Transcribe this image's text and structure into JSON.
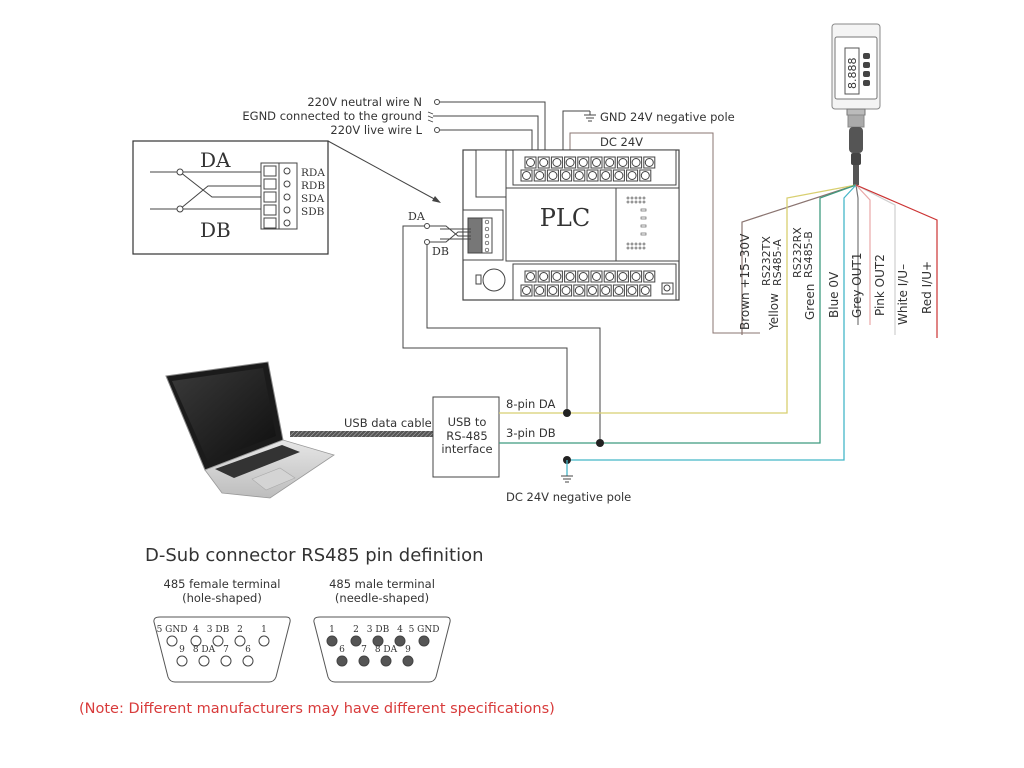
{
  "power_labels": {
    "neutral": "220V neutral wire N",
    "egnd": "EGND connected to the ground",
    "live": "220V live wire L",
    "gnd24": "GND 24V negative pole",
    "dc24": "DC 24V"
  },
  "inset": {
    "da": "DA",
    "db": "DB",
    "pins": [
      "RDA",
      "RDB",
      "SDA",
      "SDB"
    ]
  },
  "plc": {
    "label": "PLC",
    "da": "DA",
    "db": "DB"
  },
  "sensor": {
    "display": "8.888",
    "wires": [
      {
        "color_name": "Brown",
        "function": "+15–30V",
        "color": "#8a7470"
      },
      {
        "color_name": "Yellow",
        "function": "RS232TX RS485-A",
        "color": "#d8cf70"
      },
      {
        "color_name": "Green",
        "function": "RS232RX RS485-B",
        "color": "#3f9b7f"
      },
      {
        "color_name": "Blue",
        "function": "0V",
        "color": "#45b6c8"
      },
      {
        "color_name": "Grey",
        "function": "OUT1",
        "color": "#777777"
      },
      {
        "color_name": "Pink",
        "function": "OUT2",
        "color": "#e8a8a8"
      },
      {
        "color_name": "White",
        "function": "I/U-",
        "color": "#cfcfcf"
      },
      {
        "color_name": "Red",
        "function": "I/U+",
        "color": "#cc3333"
      }
    ],
    "wire_texts": {
      "brown": "Brown  +15–30V",
      "yellow": "Yellow",
      "yellow_f1": "RS232TX",
      "yellow_f2": "RS485-A",
      "green": "Green",
      "green_f1": "RS232RX",
      "green_f2": "RS485-B",
      "blue": "Blue  0V",
      "grey": "Grey  OUT1",
      "pink": "Pink  OUT2",
      "white": "White  I/U–",
      "red": "Red  I/U+"
    }
  },
  "interface": {
    "cable_label": "USB data cable",
    "box_lines": [
      "USB to",
      "RS-485",
      "interface"
    ],
    "pin_da": "8-pin DA",
    "pin_db": "3-pin DB",
    "ground_label": "DC 24V negative pole"
  },
  "dsub": {
    "title": "D-Sub connector RS485 pin definition",
    "female": {
      "title1": "485 female terminal",
      "title2": "(hole-shaped)",
      "top": [
        "5 GND",
        "4",
        "3 DB",
        "2",
        "1"
      ],
      "bottom": [
        "9",
        "8 DA",
        "7",
        "6"
      ]
    },
    "male": {
      "title1": "485 male terminal",
      "title2": "(needle-shaped)",
      "top": [
        "1",
        "2",
        "3 DB",
        "4",
        "5 GND"
      ],
      "bottom": [
        "6",
        "7",
        "8 DA",
        "9"
      ]
    }
  },
  "note": "(Note: Different manufacturers may have different specifications)",
  "colors": {
    "note": "#d83b3b",
    "line": "#444444"
  }
}
